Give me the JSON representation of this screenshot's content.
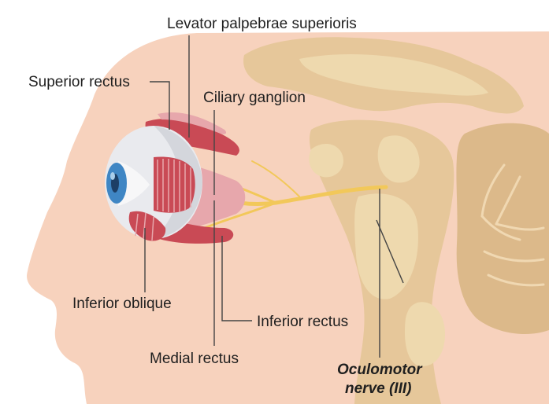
{
  "labels": {
    "levator": "Levator palpebrae superioris",
    "superior_rectus": "Superior rectus",
    "ciliary_ganglion": "Ciliary ganglion",
    "inferior_oblique": "Inferior oblique",
    "inferior_rectus": "Inferior rectus",
    "medial_rectus": "Medial rectus",
    "oculomotor_line1": "Oculomotor",
    "oculomotor_line2": "nerve (III)"
  },
  "colors": {
    "skin": "#f7d2bd",
    "brain_tan": "#e6c79a",
    "brain_light": "#eed9ae",
    "cerebellum": "#dcb98a",
    "muscle_red": "#c94a55",
    "muscle_pink": "#e7a7ac",
    "eyeball": "#e9eaee",
    "iris": "#3f86c4",
    "nerve": "#f2c85a",
    "leader_line": "#444444",
    "label_text": "#1f1f1f"
  }
}
